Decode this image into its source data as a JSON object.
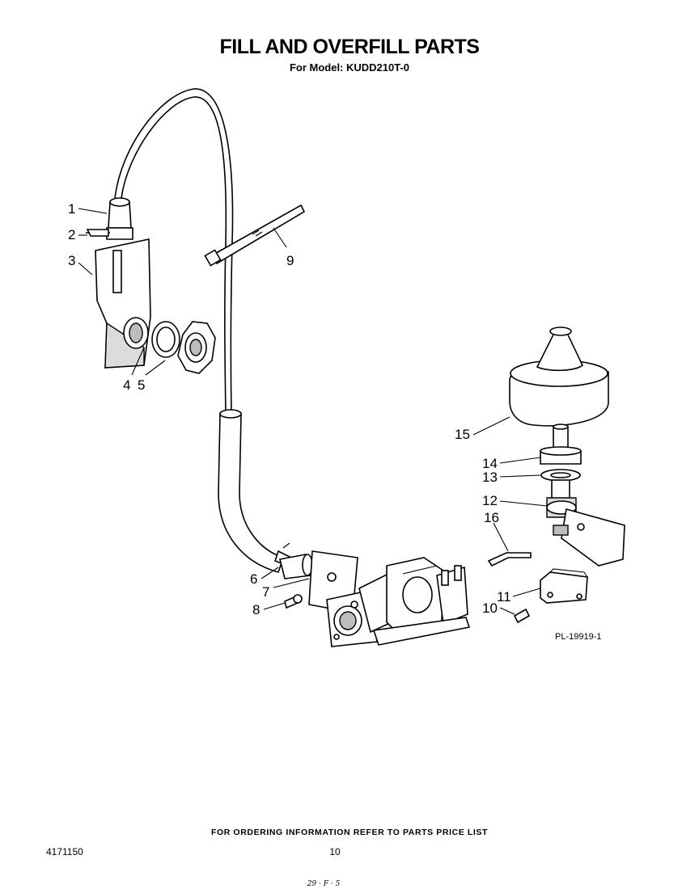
{
  "header": {
    "title": "FILL AND OVERFILL PARTS",
    "model_line": "For Model: KUDD210T-0"
  },
  "callouts": [
    "1",
    "2",
    "3",
    "4",
    "5",
    "6",
    "7",
    "8",
    "9",
    "10",
    "11",
    "12",
    "13",
    "14",
    "15",
    "16"
  ],
  "diagram_ref": "PL-19919-1",
  "footer": {
    "ordering_note": "FOR ORDERING INFORMATION REFER TO PARTS PRICE LIST",
    "doc_number": "4171150",
    "page_number": "10",
    "handwritten_note": "29 · F · 5"
  }
}
